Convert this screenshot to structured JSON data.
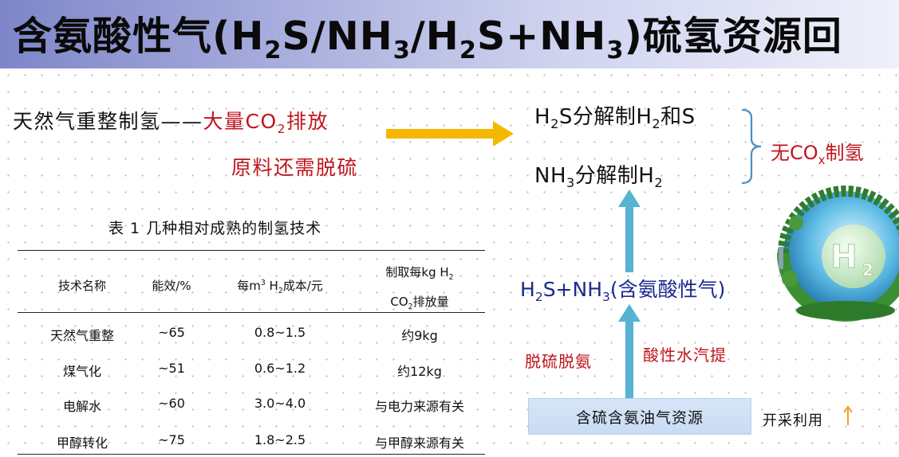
{
  "title": {
    "prefix": "含氨酸性气(H",
    "s1": "2",
    "mid1": "S/NH",
    "s2": "3",
    "mid2": "/H",
    "s3": "2",
    "mid3": "S+NH",
    "s4": "3",
    "suffix": ")硫氢资源回"
  },
  "left": {
    "line1_a": "天然气重整制氢——",
    "line1_b": "大量CO",
    "line1_sub": "2",
    "line1_c": "排放",
    "line2": "原料还需脱硫"
  },
  "table": {
    "caption": "表 1 几种相对成熟的制氢技术",
    "headers": {
      "name": "技术名称",
      "efficiency": "能效/%",
      "cost_a": "每m",
      "cost_sup": "3",
      "cost_b": " H",
      "cost_sub": "2",
      "cost_c": "成本/元",
      "co2_a": "制取每kg H",
      "co2_sub1": "2",
      "co2_b": "CO",
      "co2_sub2": "2",
      "co2_c": "排放量"
    },
    "rows": [
      {
        "name": "天然气重整",
        "efficiency": "~65",
        "cost": "0.8~1.5",
        "co2": "约9kg"
      },
      {
        "name": "煤气化",
        "efficiency": "~51",
        "cost": "0.6~1.2",
        "co2": "约12kg"
      },
      {
        "name": "电解水",
        "efficiency": "~60",
        "cost": "3.0~4.0",
        "co2": "与电力来源有关"
      },
      {
        "name": "甲醇转化",
        "efficiency": "~75",
        "cost": "1.8~2.5",
        "co2": "与甲醇来源有关"
      }
    ]
  },
  "right": {
    "h2s_a": "H",
    "h2s_sub": "2",
    "h2s_b": "S分解制H",
    "h2s_sub2": "2",
    "h2s_c": "和S",
    "nh3_a": "NH",
    "nh3_sub": "3",
    "nh3_b": "分解制H",
    "nh3_sub2": "2",
    "brace_a": "无CO",
    "brace_sub": "x",
    "brace_b": "制氢",
    "gas_a": "H",
    "gas_sub1": "2",
    "gas_b": "S+NH",
    "gas_sub2": "3",
    "gas_c": "(含氨酸性气)",
    "process_left": "脱硫脱氨",
    "process_right": "酸性水汽提",
    "source": "含硫含氨油气资源",
    "exploit": "开采利用",
    "globe_label_a": "H",
    "globe_label_sub": "2"
  },
  "colors": {
    "accent_red": "#c0141c",
    "accent_blue": "#1a2a8c",
    "arrow_orange": "#f5b800",
    "arrow_cyan": "#56b3d1",
    "exploit_arrow": "#f2a02c"
  },
  "icons": [
    "h2-globe-icon",
    "arrow-right-icon",
    "arrow-up-icon",
    "brace-icon"
  ]
}
